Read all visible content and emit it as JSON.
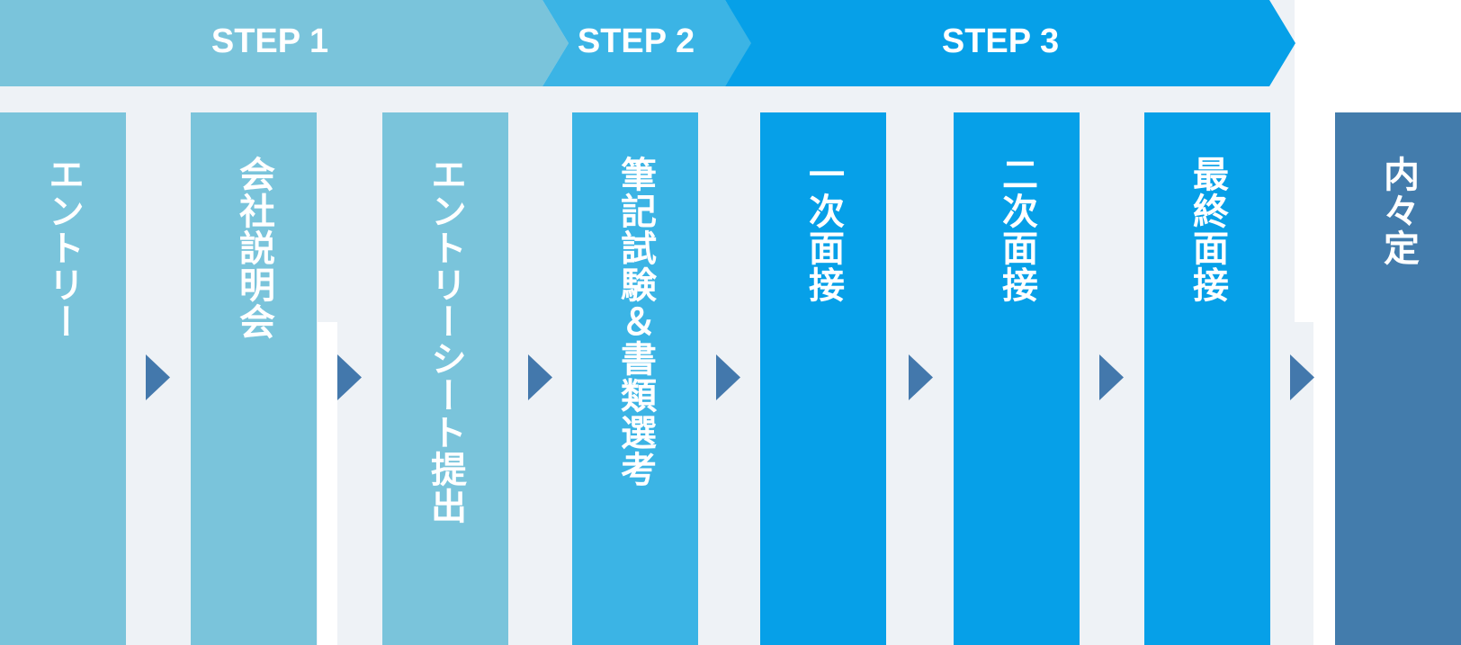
{
  "diagram": {
    "title": "recruitment selection process flow",
    "background_color": "#EEF2F6",
    "arrow_color": "#4378AC",
    "header": {
      "steps": [
        {
          "label": "STEP 1",
          "color": "#7AC4DB"
        },
        {
          "label": "STEP 2",
          "color": "#3BB4E5"
        },
        {
          "label": "STEP 3",
          "color": "#06A0E8"
        }
      ]
    },
    "stages": [
      {
        "label": "エントリー",
        "step": "STEP 1",
        "color": "#7AC4DB"
      },
      {
        "label": "会社説明会",
        "step": "STEP 1",
        "color": "#7AC4DB"
      },
      {
        "label": "エントリーシート提出",
        "step": "STEP 1",
        "color": "#7AC4DB"
      },
      {
        "label": "筆記試験＆書類選考",
        "step": "STEP 2",
        "color": "#3BB4E5"
      },
      {
        "label": "一次面接",
        "step": "STEP 3",
        "color": "#06A0E8"
      },
      {
        "label": "二次面接",
        "step": "STEP 3",
        "color": "#06A0E8"
      },
      {
        "label": "最終面接",
        "step": "STEP 3",
        "color": "#06A0E8"
      },
      {
        "label": "内々定",
        "step": null,
        "color": "#437CAC"
      }
    ]
  }
}
